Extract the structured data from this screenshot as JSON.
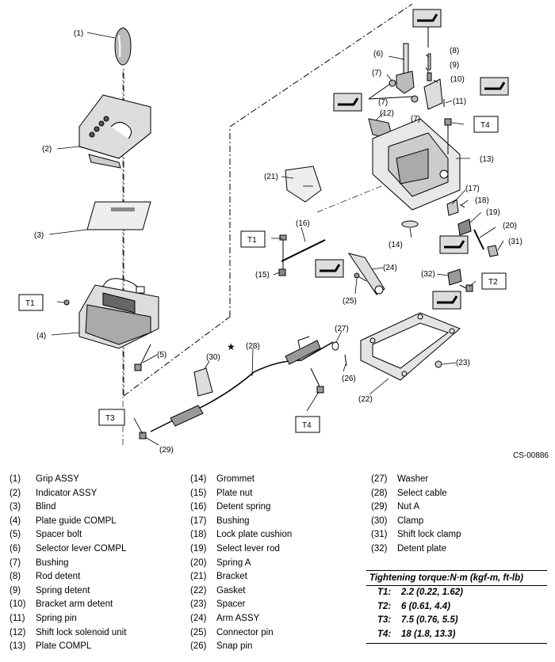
{
  "figure_code": "CS-00886",
  "markers": {
    "star": "★"
  },
  "callouts": [
    "(1)",
    "(2)",
    "(3)",
    "(4)",
    "(5)",
    "(6)",
    "(7)",
    "(7)",
    "(7)",
    "(8)",
    "(9)",
    "(10)",
    "(11)",
    "(12)",
    "(13)",
    "(14)",
    "(15)",
    "(16)",
    "(17)",
    "(18)",
    "(19)",
    "(20)",
    "(21)",
    "(22)",
    "(23)",
    "(24)",
    "(25)",
    "(26)",
    "(27)",
    "(28)",
    "(29)",
    "(30)",
    "(31)",
    "(32)"
  ],
  "torque_boxes": [
    "T1",
    "T1",
    "T3",
    "T4",
    "T4",
    "T2"
  ],
  "legend": [
    {
      "num": "(1)",
      "label": "Grip ASSY"
    },
    {
      "num": "(2)",
      "label": "Indicator ASSY"
    },
    {
      "num": "(3)",
      "label": "Blind"
    },
    {
      "num": "(4)",
      "label": "Plate guide COMPL"
    },
    {
      "num": "(5)",
      "label": "Spacer bolt"
    },
    {
      "num": "(6)",
      "label": "Selector lever COMPL"
    },
    {
      "num": "(7)",
      "label": "Bushing"
    },
    {
      "num": "(8)",
      "label": "Rod detent"
    },
    {
      "num": "(9)",
      "label": "Spring detent"
    },
    {
      "num": "(10)",
      "label": "Bracket arm detent"
    },
    {
      "num": "(11)",
      "label": "Spring pin"
    },
    {
      "num": "(12)",
      "label": "Shift lock solenoid unit"
    },
    {
      "num": "(13)",
      "label": "Plate COMPL"
    },
    {
      "num": "(14)",
      "label": "Grommet"
    },
    {
      "num": "(15)",
      "label": "Plate nut"
    },
    {
      "num": "(16)",
      "label": "Detent spring"
    },
    {
      "num": "(17)",
      "label": "Bushing"
    },
    {
      "num": "(18)",
      "label": "Lock plate cushion"
    },
    {
      "num": "(19)",
      "label": "Select lever rod"
    },
    {
      "num": "(20)",
      "label": "Spring A"
    },
    {
      "num": "(21)",
      "label": "Bracket"
    },
    {
      "num": "(22)",
      "label": "Gasket"
    },
    {
      "num": "(23)",
      "label": "Spacer"
    },
    {
      "num": "(24)",
      "label": "Arm ASSY"
    },
    {
      "num": "(25)",
      "label": "Connector pin"
    },
    {
      "num": "(26)",
      "label": "Snap pin"
    },
    {
      "num": "(27)",
      "label": "Washer"
    },
    {
      "num": "(28)",
      "label": "Select cable"
    },
    {
      "num": "(29)",
      "label": "Nut A"
    },
    {
      "num": "(30)",
      "label": "Clamp"
    },
    {
      "num": "(31)",
      "label": "Shift lock clamp"
    },
    {
      "num": "(32)",
      "label": "Detent plate"
    }
  ],
  "torque": {
    "header": "Tightening torque:N·m (kgf-m, ft-lb)",
    "rows": [
      {
        "key": "T1:",
        "value": "2.2 (0.22, 1.62)"
      },
      {
        "key": "T2:",
        "value": "6 (0.61, 4.4)"
      },
      {
        "key": "T3:",
        "value": "7.5 (0.76, 5.5)"
      },
      {
        "key": "T4:",
        "value": "18 (1.8, 13.3)"
      }
    ]
  }
}
